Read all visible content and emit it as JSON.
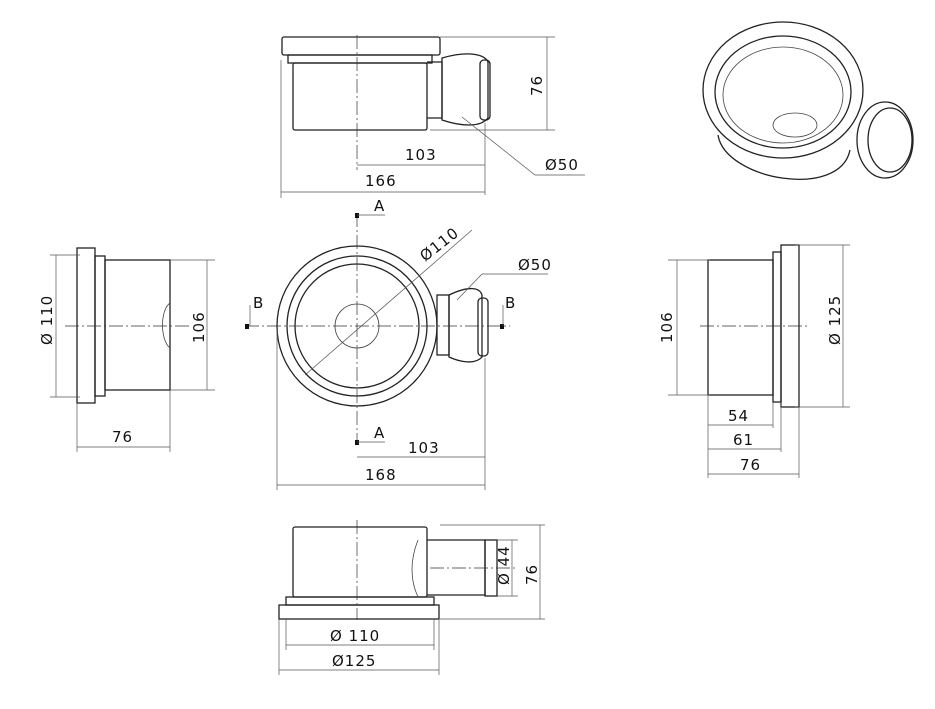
{
  "top_view": {
    "height": "76",
    "pipe_offset": "103",
    "outlet": "Ø50",
    "length": "166"
  },
  "plan_view": {
    "section_a": "A",
    "section_b": "B",
    "diameter": "Ø110",
    "outlet": "Ø50",
    "pipe_offset": "103",
    "length": "168"
  },
  "left_view": {
    "diameter": "Ø 110",
    "height": "106",
    "depth": "76"
  },
  "right_view": {
    "height": "106",
    "diameter": "Ø 125",
    "d1": "54",
    "d2": "61",
    "d3": "76"
  },
  "bottom_view": {
    "outlet": "Ø 44",
    "height": "76",
    "d_inner": "Ø 110",
    "d_outer": "Ø125"
  }
}
